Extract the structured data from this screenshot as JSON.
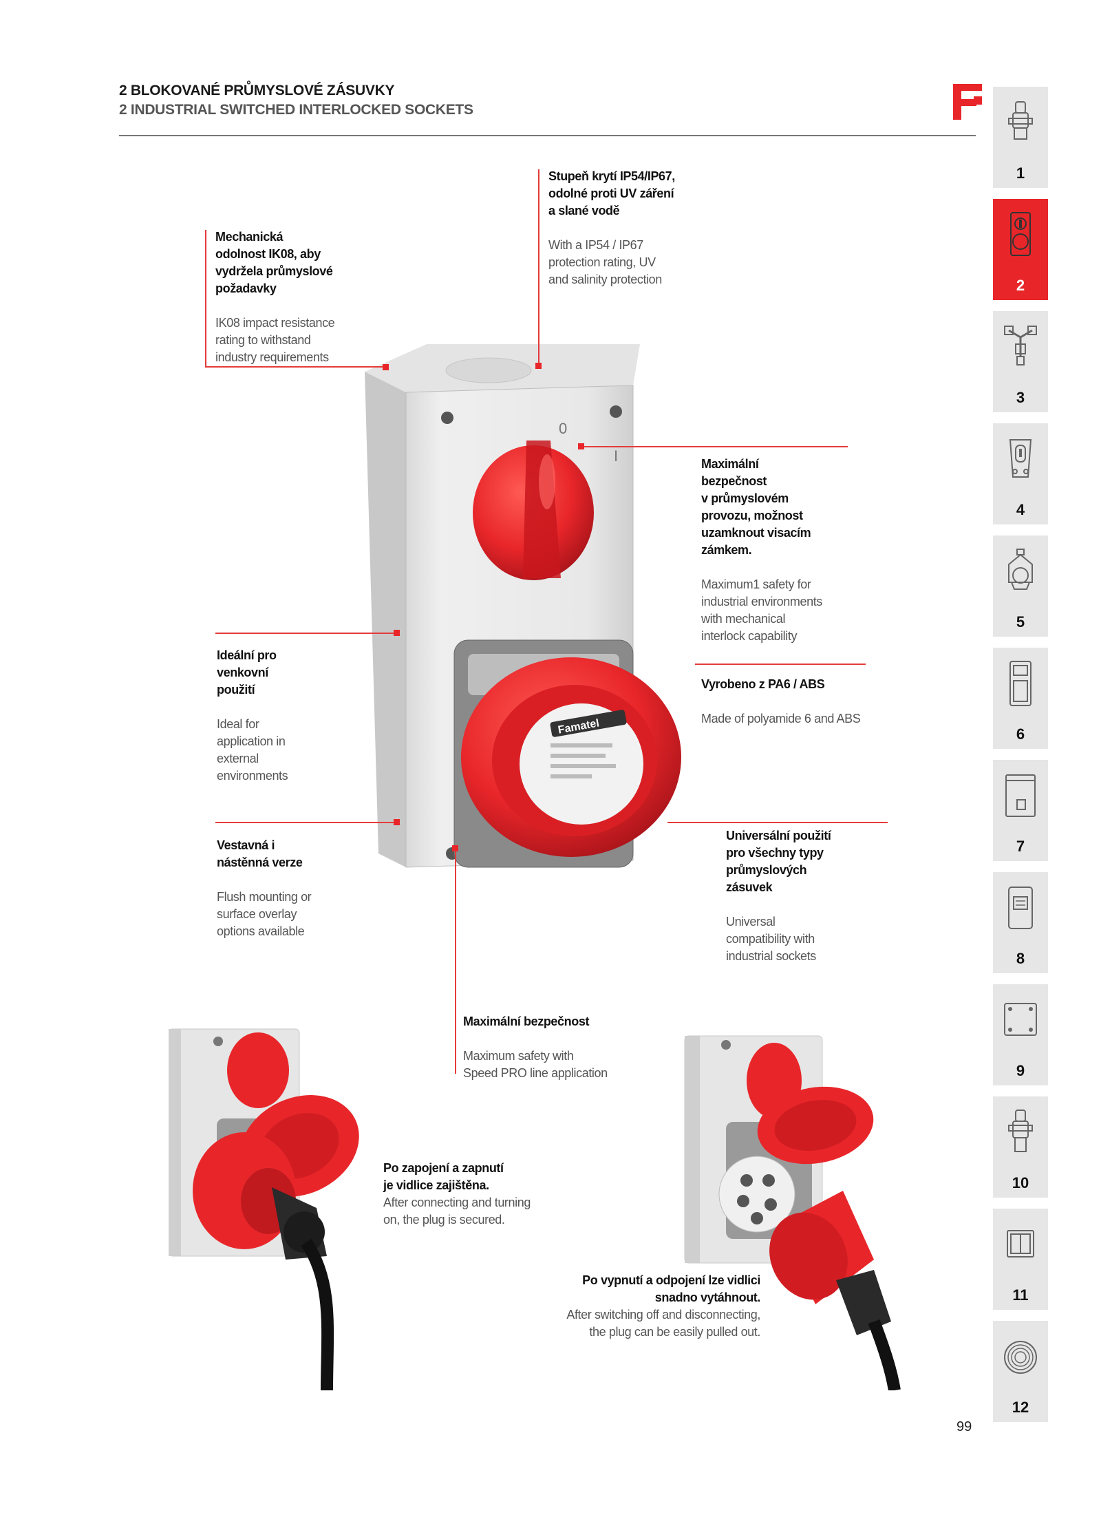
{
  "header": {
    "title_cz": "2  BLOKOVANÉ PRŮMYSLOVÉ ZÁSUVKY",
    "title_en": "2  INDUSTRIAL SWITCHED INTERLOCKED SOCKETS"
  },
  "callouts": {
    "ip": {
      "cz": [
        "Stupeň krytí IP54/IP67,",
        "odolné proti UV záření",
        "a slané vodě"
      ],
      "en": [
        "With a IP54 / IP67",
        "protection rating, UV",
        "and salinity protection"
      ]
    },
    "ik08": {
      "cz": [
        "Mechanická",
        "odolnost IK08, aby",
        "vydržela průmyslové",
        "požadavky"
      ],
      "en": [
        "IK08 impact resistance",
        "rating to withstand",
        "industry requirements"
      ]
    },
    "safety": {
      "cz": [
        "Maximální",
        "bezpečnost",
        "v průmyslovém",
        "provozu, možnost",
        "uzamknout visacím",
        "zámkem."
      ],
      "en": [
        "Maximum1 safety for",
        "industrial environments",
        "with mechanical",
        "interlock capability"
      ]
    },
    "outdoor": {
      "cz": [
        "Ideální pro",
        "venkovní",
        "použití"
      ],
      "en": [
        "Ideal for",
        "application in",
        "external",
        "environments"
      ]
    },
    "material": {
      "cz": [
        "Vyrobeno z PA6 / ABS"
      ],
      "en": [
        "Made of polyamide 6  and ABS"
      ]
    },
    "mounting": {
      "cz": [
        "Vestavná i",
        "nástěnná verze"
      ],
      "en": [
        "Flush mounting or",
        "surface overlay",
        "options available"
      ]
    },
    "universal": {
      "cz": [
        "Universální použití",
        "pro všechny typy",
        "průmyslových",
        "zásuvek"
      ],
      "en": [
        "Universal",
        "compatibility with",
        "industrial sockets"
      ]
    },
    "maxsafety": {
      "cz": [
        "Maximální bezpečnost"
      ],
      "en": [
        "Maximum safety with",
        "Speed PRO line application"
      ]
    },
    "plug_secured": {
      "cz": [
        "Po zapojení a zapnutí",
        "je vidlice zajištěna."
      ],
      "en": [
        "After connecting and turning",
        "on, the plug is secured."
      ]
    },
    "plug_removed": {
      "cz": [
        "Po vypnutí a odpojení lze vidlici",
        "snadno vytáhnout."
      ],
      "en": [
        "After switching off and disconnecting,",
        "the plug can be easily pulled out."
      ]
    }
  },
  "product_label": "Famatel",
  "switch_marks": [
    "0",
    "I"
  ],
  "side_tabs": [
    {
      "num": "1",
      "icon": "plug-icon",
      "active": false
    },
    {
      "num": "2",
      "icon": "interlocked-socket-icon",
      "active": true
    },
    {
      "num": "3",
      "icon": "multi-adapter-icon",
      "active": false
    },
    {
      "num": "4",
      "icon": "wall-socket-icon",
      "active": false
    },
    {
      "num": "5",
      "icon": "portable-socket-icon",
      "active": false
    },
    {
      "num": "6",
      "icon": "socket-box-icon",
      "active": false
    },
    {
      "num": "7",
      "icon": "distribution-board-icon",
      "active": false
    },
    {
      "num": "8",
      "icon": "enclosure-icon",
      "active": false
    },
    {
      "num": "9",
      "icon": "junction-box-icon",
      "active": false
    },
    {
      "num": "10",
      "icon": "connector-icon",
      "active": false
    },
    {
      "num": "11",
      "icon": "cabinet-icon",
      "active": false
    },
    {
      "num": "12",
      "icon": "cable-reel-icon",
      "active": false
    }
  ],
  "page_number": "99",
  "colors": {
    "accent": "#e8262a",
    "tab_bg": "#e6e6e6",
    "rule": "#777777"
  }
}
